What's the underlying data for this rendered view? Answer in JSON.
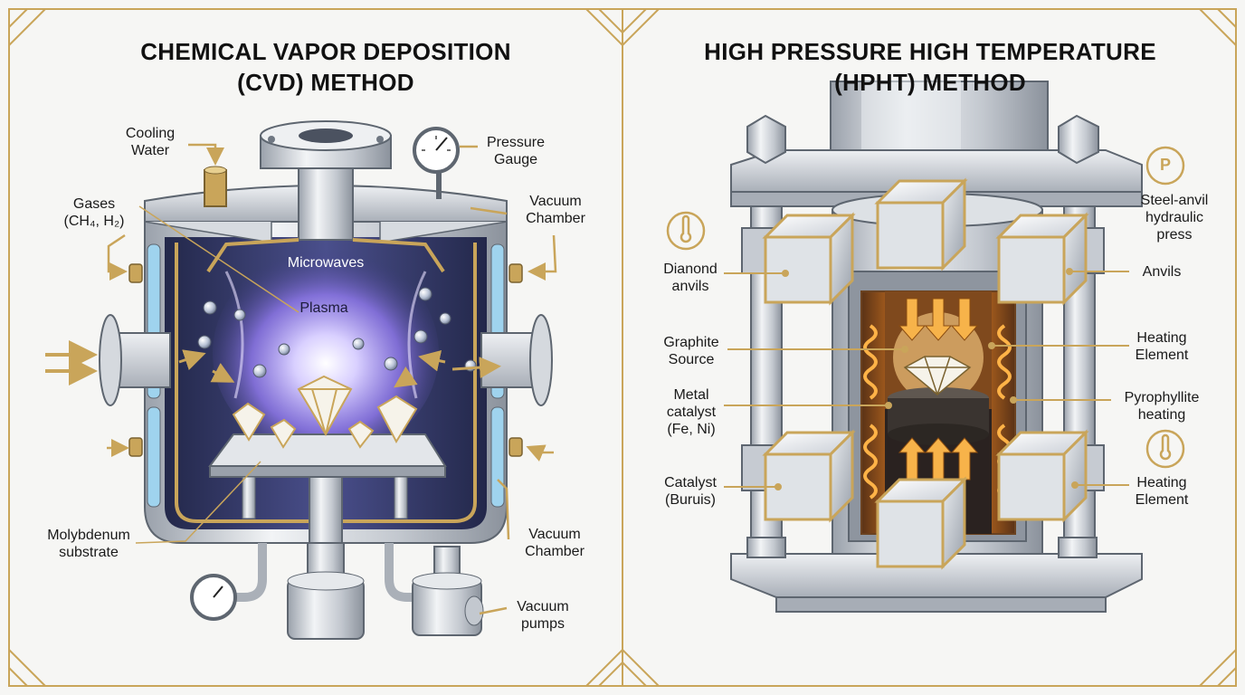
{
  "cvd": {
    "title_line1": "CHEMICAL VAPOR DEPOSITION",
    "title_line2": "(CVD) METHOD",
    "labels": {
      "cooling_water": [
        "Cooling",
        "Water"
      ],
      "pressure_gauge": [
        "Pressure",
        "Gauge"
      ],
      "gases": [
        "Gases",
        "(CH₄, H₂)"
      ],
      "vacuum_chamber_top": [
        "Vacuum",
        "Chamber"
      ],
      "microwaves": "Microwaves",
      "plasma": "Plasma",
      "molybdenum_substrate": [
        "Molybdenum",
        "substrate"
      ],
      "vacuum_chamber_bottom": [
        "Vacuum",
        "Chamber"
      ],
      "vacuum_pumps": [
        "Vacuum",
        "pumps"
      ]
    }
  },
  "hpht": {
    "title_line1": "HIGH PRESSURE HIGH TEMPERATURE",
    "title_line2": "(HPHT) METHOD",
    "pressure_symbol": "P",
    "labels": {
      "steel_anvil_press": [
        "Steel-anvil",
        "hydraulic",
        "press"
      ],
      "diamond_anvils": [
        "Dianond",
        "anvils"
      ],
      "anvils": "Anvils",
      "graphite_source": [
        "Graphite",
        "Source"
      ],
      "heating_element_top": [
        "Heating",
        "Element"
      ],
      "metal_catalyst": [
        "Metal",
        "catalyst",
        "(Fe, Ni)"
      ],
      "pyrophyllite_heating": [
        "Pyrophyllite",
        "heating"
      ],
      "catalyst_buruis": [
        "Catalyst",
        "(Buruis)"
      ],
      "heating_element_bottom": [
        "Heating",
        "Element"
      ]
    }
  },
  "colors": {
    "gold": "#c9a55a",
    "steel": "#c7ccd3",
    "chamber_dark": "#2a2f55",
    "plasma": "#a99af0",
    "heat": "#f0902a"
  }
}
